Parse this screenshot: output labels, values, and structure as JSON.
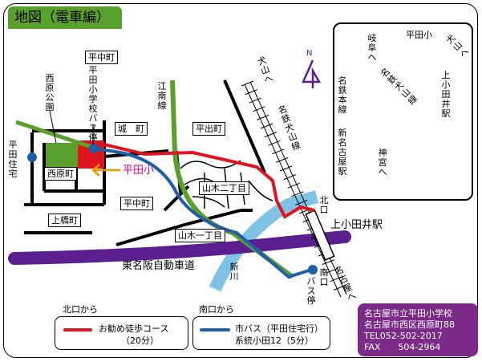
{
  "title": "地図（電車編）",
  "colors": {
    "walk_route": "#e0141e",
    "bus_route": "#1f5fa8",
    "highway": "#5b1f8f",
    "river": "#7ec3e6",
    "green_road": "#5aa02c",
    "school": "#e0141e",
    "park": "#5aa02c"
  },
  "labels": {
    "hiranaka_top": "平中町",
    "hiranaka_mid": "平中町",
    "shiro": "城　町",
    "hiraide": "平出町",
    "nishihara": "西原町",
    "kamibashi": "上橋町",
    "yamaki_2": "山木二丁目",
    "yamaki_1": "山木一丁目",
    "hirata_school": "平田小",
    "hirata_jutaku": "平田住宅",
    "nishihara_park": "西原公園",
    "bus_stop_school": "平田小学校バス停",
    "konan_line": "江南線",
    "inuyama_road": "犬山へ",
    "meitetsu_inuyama": "名鉄犬山線",
    "kita_guchi": "北口",
    "kamiotai_station": "上小田井駅",
    "minami_guchi": "南口",
    "bus_stop_south": "バス停",
    "to_nagoya": "名古屋へ",
    "shinkawa": "新川",
    "tomei_highway": "東名阪自動車道",
    "compass": "N"
  },
  "inset": {
    "gifu": "岐阜へ",
    "hirata_small": "平田小",
    "inuyama": "犬山へ",
    "meitetsu_inuyama": "名鉄犬山線",
    "meitetsu_main": "名鉄本線",
    "shin_nagoya": "新名古屋駅",
    "jingu": "神宮へ",
    "kamiotai": "上小田井駅"
  },
  "legend": {
    "north_heading": "北口から",
    "south_heading": "南口から",
    "walk_label": "お勧め徒歩コース",
    "walk_time": "（20分）",
    "bus_label": "市バス（平田住宅行）",
    "bus_time": "系統小田12（5分）"
  },
  "school_info": {
    "name": "名古屋市立平田小学校",
    "address": "名古屋市西区西原町88",
    "tel": "TEL052-502-2017",
    "fax": "FAX　　504-2964"
  }
}
